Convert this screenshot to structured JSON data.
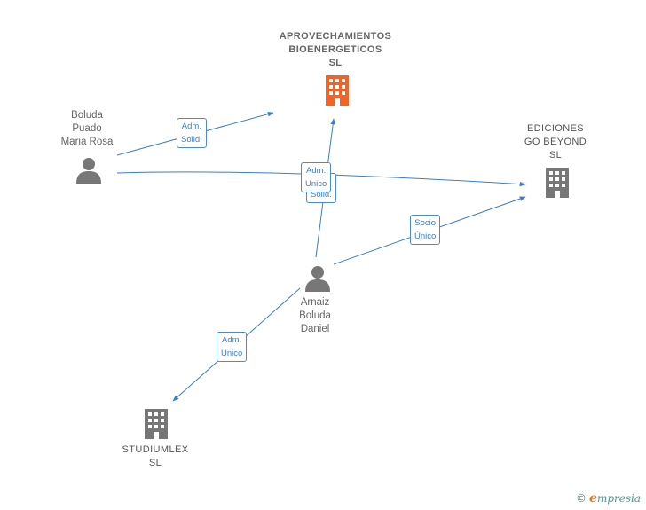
{
  "nodes": {
    "aprovechamientos": {
      "label": "APROVECHAMIENTOS\nBIOENERGETICOS\nSL",
      "type": "company",
      "highlight": true
    },
    "ediciones": {
      "label": "EDICIONES\nGO BEYOND\nSL",
      "type": "company"
    },
    "studiumlex": {
      "label": "STUDIUMLEX\nSL",
      "type": "company"
    },
    "boluda_puado": {
      "label": "Boluda\nPuado\nMaria Rosa",
      "type": "person"
    },
    "arnaiz": {
      "label": "Arnaiz\nBoluda\nDaniel",
      "type": "person"
    }
  },
  "edges": [
    {
      "from": "boluda_puado",
      "to": "aprovechamientos",
      "label": "Adm.\nSolid."
    },
    {
      "from": "boluda_puado",
      "to": "ediciones",
      "label": "Adm.\nSolid."
    },
    {
      "from": "arnaiz",
      "to": "aprovechamientos",
      "label": "Adm.\nUnico"
    },
    {
      "from": "arnaiz",
      "to": "ediciones",
      "label": "Socio\nÚnico"
    },
    {
      "from": "arnaiz",
      "to": "studiumlex",
      "label": "Adm.\nUnico"
    }
  ],
  "colors": {
    "edge": "#3b7dcf",
    "company": "#777777",
    "highlight": "#f0642a",
    "person": "#777777"
  },
  "icons": {
    "company": "building-icon",
    "person": "person-icon"
  },
  "brand": {
    "copyright": "©",
    "name": "mpresia",
    "initial": "e"
  }
}
